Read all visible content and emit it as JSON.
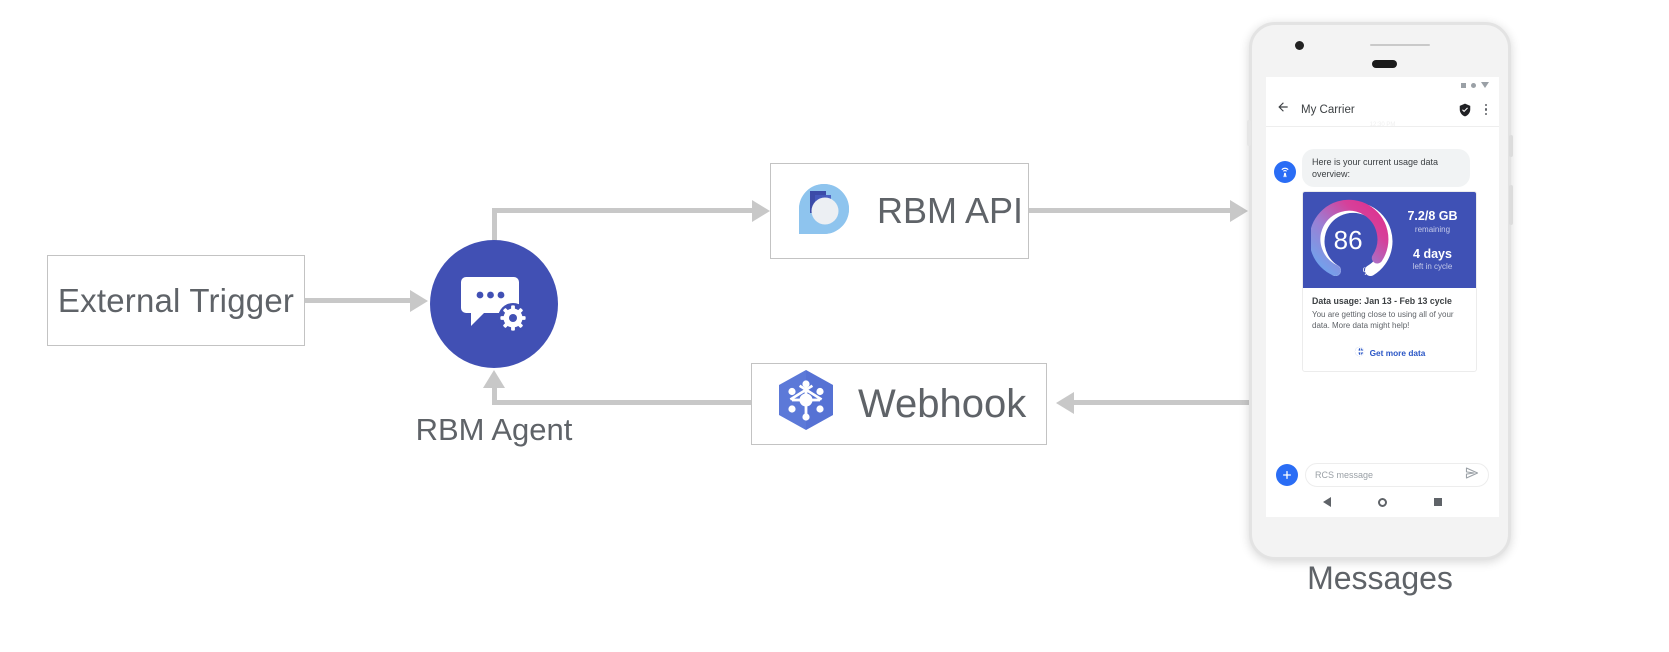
{
  "diagram": {
    "nodes": {
      "external_trigger": {
        "label": "External Trigger"
      },
      "rbm_agent": {
        "label": "RBM Agent",
        "icon": "chat-bubble-gear-icon"
      },
      "rbm_api": {
        "label": "RBM API",
        "icon": "rbm-api-logo-icon"
      },
      "webhook": {
        "label": "Webhook",
        "icon": "google-cloud-hexagon-icon"
      },
      "messages": {
        "label": "Messages"
      }
    },
    "colors": {
      "agent_blue": "#4150b4",
      "connector_gray": "#c8c8c8",
      "label_gray": "#5f6368",
      "card_indigo": "#3f51b5",
      "link_blue": "#2a56c6",
      "accent_blue": "#2a6df5"
    }
  },
  "phone": {
    "status_bar": {
      "icons": [
        "square-icon",
        "dot-icon",
        "triangle-down-icon"
      ]
    },
    "app_bar": {
      "back_icon": "arrow-back-icon",
      "title": "My Carrier",
      "verified_icon": "verified-shield-icon",
      "overflow_icon": "overflow-menu-icon",
      "timestamp": "12:30 PM"
    },
    "conversation": {
      "avatar_icon": "cell-tower-icon",
      "message_text": "Here is your current usage data overview:",
      "rich_card": {
        "gauge": {
          "percent_value": "86",
          "percent_symbol": "%",
          "percent_number": 86
        },
        "data_remaining_value": "7.2/8 GB",
        "data_remaining_label": "remaining",
        "days_left_value": "4 days",
        "days_left_label": "left in cycle",
        "title": "Data usage: Jan 13 - Feb 13 cycle",
        "description": "You are getting close to using all of your data. More data might help!",
        "action_icon": "globe-icon",
        "action_label": "Get more data"
      }
    },
    "composer": {
      "plus_icon": "plus-icon",
      "placeholder": "RCS message",
      "send_icon": "send-icon"
    },
    "nav_bar": {
      "back_icon": "nav-back-icon",
      "home_icon": "nav-home-icon",
      "recents_icon": "nav-recents-icon"
    }
  }
}
